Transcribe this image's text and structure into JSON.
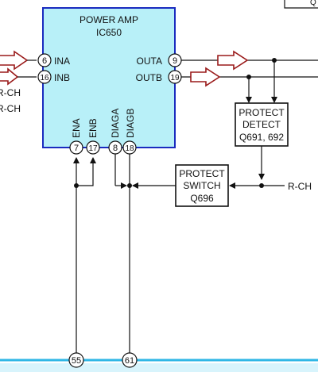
{
  "amp": {
    "title": "POWER AMP",
    "part": "IC650"
  },
  "pins": {
    "ina": {
      "num": "6",
      "label": "INA"
    },
    "inb": {
      "num": "16",
      "label": "INB"
    },
    "outa": {
      "num": "9",
      "label": "OUTA"
    },
    "outb": {
      "num": "19",
      "label": "OUTB"
    },
    "ena": {
      "num": "7",
      "label": "ENA"
    },
    "enb": {
      "num": "17",
      "label": "ENB"
    },
    "diaga": {
      "num": "8",
      "label": "DIAGA"
    },
    "diagb": {
      "num": "18",
      "label": "DIAGB"
    }
  },
  "left_labels": {
    "rch_1": "R-CH",
    "rch_2": "R-CH"
  },
  "protect_detect": {
    "line1": "PROTECT",
    "line2": "DETECT",
    "line3": "Q691, 692"
  },
  "protect_switch": {
    "line1": "PROTECT",
    "line2": "SWITCH",
    "line3": "Q696"
  },
  "right_rch": "R-CH",
  "connectors": {
    "c55": "55",
    "c61": "61"
  },
  "top_right_fragment": "Q",
  "colors": {
    "amp_fill": "#b8f0f8",
    "amp_border": "#1a2bbf",
    "arrow": "#9a1a1a",
    "bus": "#2fb7e6",
    "bus_light": "#d8f4fc"
  }
}
